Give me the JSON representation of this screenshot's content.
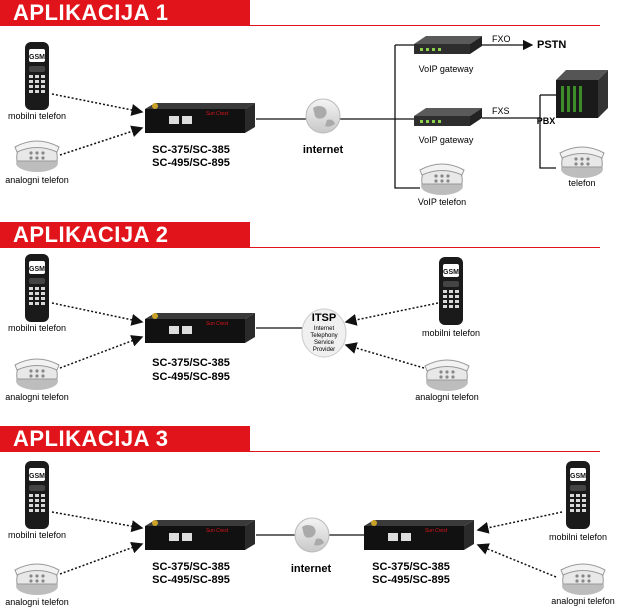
{
  "sections": [
    {
      "title": "APLIKACIJA 1",
      "left_devices": [
        "mobilni telefon",
        "analogni telefon"
      ],
      "center_model": [
        "SC-375/SC-385",
        "SC-495/SC-895"
      ],
      "cloud": "internet",
      "gateways": [
        "VoIP gateway",
        "VoIP gateway"
      ],
      "fxo": "FXO",
      "fxs": "FXS",
      "pstn": "PSTN",
      "pbx": "PBX",
      "voip_phone": "VoIP telefon",
      "pbx_phone": "telefon"
    },
    {
      "title": "APLIKACIJA 2",
      "left_devices": [
        "mobilni telefon",
        "analogni telefon"
      ],
      "center_model": [
        "SC-375/SC-385",
        "SC-495/SC-895"
      ],
      "itsp": "ITSP",
      "itsp_desc": [
        "Internet",
        "Telephony",
        "Service",
        "Provider"
      ],
      "right_devices": [
        "mobilni telefon",
        "analogni telefon"
      ]
    },
    {
      "title": "APLIKACIJA 3",
      "left_devices": [
        "mobilni telefon",
        "analogni telefon"
      ],
      "center_model": [
        "SC-375/SC-385",
        "SC-495/SC-895"
      ],
      "cloud": "internet",
      "right_model": [
        "SC-375/SC-385",
        "SC-495/SC-895"
      ],
      "right_devices": [
        "mobilni telefon",
        "analogni telefon"
      ]
    }
  ],
  "icon_text": {
    "gsm": "GSM"
  },
  "colors": {
    "accent": "#e2141b",
    "device": "#1a1a1a"
  }
}
